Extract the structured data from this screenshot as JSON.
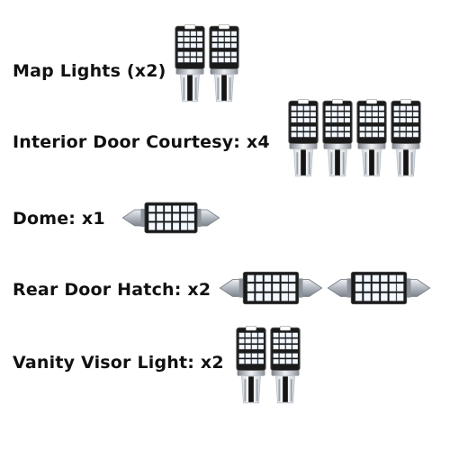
{
  "rows": [
    {
      "label": "Map Lights (x2)",
      "bulb_type": "t10-wedge",
      "count": 2
    },
    {
      "label": "Interior Door Courtesy: x4",
      "bulb_type": "t10-wedge",
      "count": 4
    },
    {
      "label": "Dome: x1",
      "bulb_type": "festoon",
      "count": 1
    },
    {
      "label": "Rear Door Hatch: x2",
      "bulb_type": "festoon",
      "count": 2
    },
    {
      "label": "Vanity Visor Light: x2",
      "bulb_type": "t10-wedge",
      "count": 2
    }
  ],
  "colors": {
    "text": "#111111",
    "led_chip": "#f4f8ff",
    "led_board": "#1a1a1a",
    "metal_cap": "#c8ccd2",
    "background": "#ffffff"
  }
}
